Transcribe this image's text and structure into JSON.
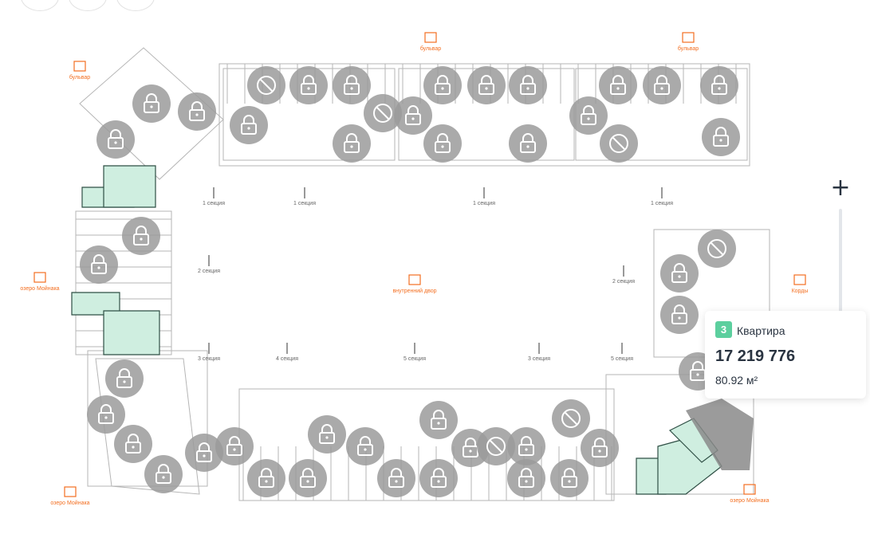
{
  "colors": {
    "accent": "#f36f21",
    "available_unit": "#cfeee0",
    "available_stroke": "#2f4f45",
    "lock_badge": "#9b9b9b",
    "rooms_badge": "#5ccf9e",
    "wall": "#b5b5b5"
  },
  "labels": {
    "top_left_nav": "бульвар",
    "top_mid_nav": "бульвар",
    "top_right_nav": "бульвар",
    "left_mid_nav": "озеро Мойнака",
    "bottom_left_nav": "озеро Мойнака",
    "bottom_right_nav": "озеро Мойнака",
    "center_court": "внутренний двор",
    "right_mid_nav": "Корды",
    "entrance_a": "1 секция",
    "entrance_b": "1 секция",
    "entrance_c": "1 секция",
    "entrance_d": "1 секция",
    "entrance_e": "2 секция",
    "entrance_f": "3 секция",
    "entrance_g": "4 секция",
    "entrance_h": "5 секция",
    "entrance_i": "3 секция",
    "entrance_j": "5 секция",
    "entrance_k": "2 секция"
  },
  "zoom": {
    "plus": "+",
    "minus": "−",
    "level": 0.1
  },
  "apartment_card": {
    "rooms": "3",
    "type": "Квартира",
    "price": "17 219 776",
    "area": "80.92 м²"
  },
  "units": {
    "locked_icon": "lock-icon",
    "sold_icon": "no-entry-icon"
  }
}
